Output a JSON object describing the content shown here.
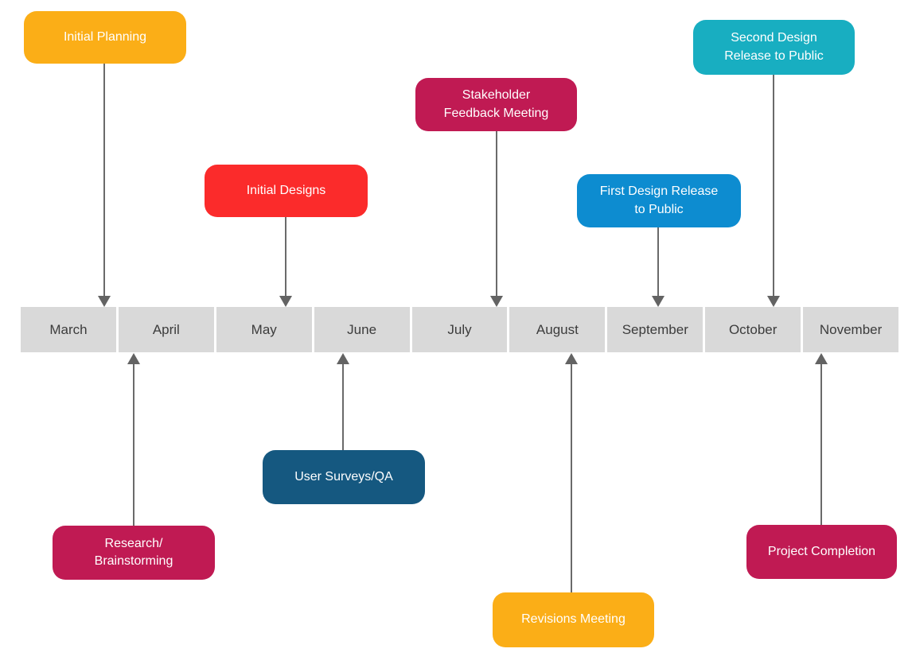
{
  "diagram": {
    "title": "Project timeline (untitled in image)",
    "type": "timeline"
  },
  "timeline": {
    "months": [
      "March",
      "April",
      "May",
      "June",
      "July",
      "August",
      "September",
      "October",
      "November"
    ],
    "bar_color": "#d9d9d9",
    "text_color": "#3c3c3c"
  },
  "events": [
    {
      "label": "Initial Planning",
      "color": "#fbae17",
      "position": "above",
      "points_to": "March/April boundary"
    },
    {
      "label": "Initial Designs",
      "color": "#fb2b2b",
      "position": "above",
      "points_to": "May"
    },
    {
      "label": "Stakeholder\nFeedback Meeting",
      "color": "#c01a53",
      "position": "above",
      "points_to": "July"
    },
    {
      "label": "First Design Release\nto Public",
      "color": "#0d8cd0",
      "position": "above",
      "points_to": "September"
    },
    {
      "label": "Second Design\nRelease to Public",
      "color": "#18aec1",
      "position": "above",
      "points_to": "October"
    },
    {
      "label": "Research/\nBrainstorming",
      "color": "#c01a53",
      "position": "below",
      "points_to": "April"
    },
    {
      "label": "User Surveys/QA",
      "color": "#155880",
      "position": "below",
      "points_to": "June"
    },
    {
      "label": "Revisions Meeting",
      "color": "#fbae17",
      "position": "below",
      "points_to": "August"
    },
    {
      "label": "Project Completion",
      "color": "#c01a53",
      "position": "below",
      "points_to": "November"
    }
  ],
  "palette": {
    "orange": "#fbae17",
    "red": "#fb2b2b",
    "crimson": "#c01a53",
    "blue": "#0d8cd0",
    "teal": "#18aec1",
    "navy": "#155880",
    "arrow_gray": "#666666",
    "bar_gray": "#d9d9d9"
  }
}
